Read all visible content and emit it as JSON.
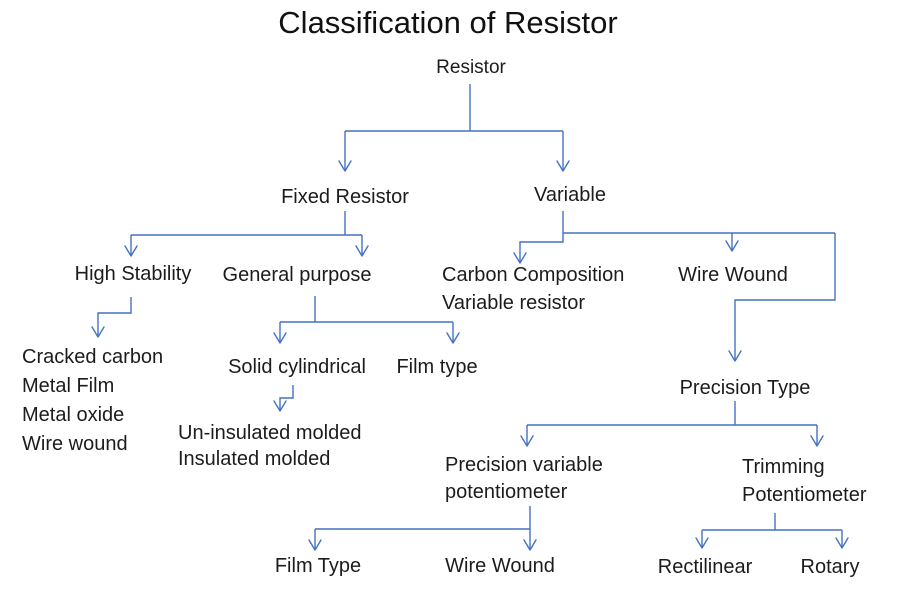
{
  "title": "Classification of Resistor",
  "accent_color": "#4472C4",
  "text_color": "#1c1c1c",
  "nodes": {
    "resistor": "Resistor",
    "fixed_resistor": "Fixed Resistor",
    "variable": "Variable",
    "high_stability": "High Stability",
    "general_purpose": "General purpose",
    "carbon_composition_line1": "Carbon Composition",
    "carbon_composition_line2": "Variable resistor",
    "wire_wound_variable": "Wire Wound",
    "cracked_carbon": "Cracked carbon",
    "metal_film": "Metal Film",
    "metal_oxide": "Metal oxide",
    "wire_wound_fixed": "Wire wound",
    "solid_cylindrical": "Solid cylindrical",
    "film_type": "Film type",
    "un_insulated_molded": "Un-insulated molded",
    "insulated_molded": "Insulated molded",
    "precision_type": "Precision Type",
    "precision_variable_line1": "Precision variable",
    "precision_variable_line2": "potentiometer",
    "trimming_line1": "Trimming",
    "trimming_line2": "Potentiometer",
    "film_type_bottom": "Film Type",
    "wire_wound_bottom": "Wire Wound",
    "rectilinear": "Rectilinear",
    "rotary": "Rotary"
  },
  "tree": {
    "label": "Resistor",
    "children": [
      {
        "label": "Fixed Resistor",
        "children": [
          {
            "label": "High Stability",
            "children": [
              {
                "label": "Cracked carbon"
              },
              {
                "label": "Metal Film"
              },
              {
                "label": "Metal oxide"
              },
              {
                "label": "Wire wound"
              }
            ]
          },
          {
            "label": "General purpose",
            "children": [
              {
                "label": "Solid cylindrical",
                "children": [
                  {
                    "label": "Un-insulated molded"
                  },
                  {
                    "label": "Insulated molded"
                  }
                ]
              },
              {
                "label": "Film type"
              }
            ]
          }
        ]
      },
      {
        "label": "Variable",
        "children": [
          {
            "label": "Carbon Composition Variable resistor"
          },
          {
            "label": "Wire Wound",
            "children": [
              {
                "label": "Precision Type",
                "children": [
                  {
                    "label": "Precision variable potentiometer",
                    "children": [
                      {
                        "label": "Film Type"
                      },
                      {
                        "label": "Wire Wound"
                      }
                    ]
                  },
                  {
                    "label": "Trimming Potentiometer",
                    "children": [
                      {
                        "label": "Rectilinear"
                      },
                      {
                        "label": "Rotary"
                      }
                    ]
                  }
                ]
              }
            ]
          }
        ]
      }
    ]
  }
}
